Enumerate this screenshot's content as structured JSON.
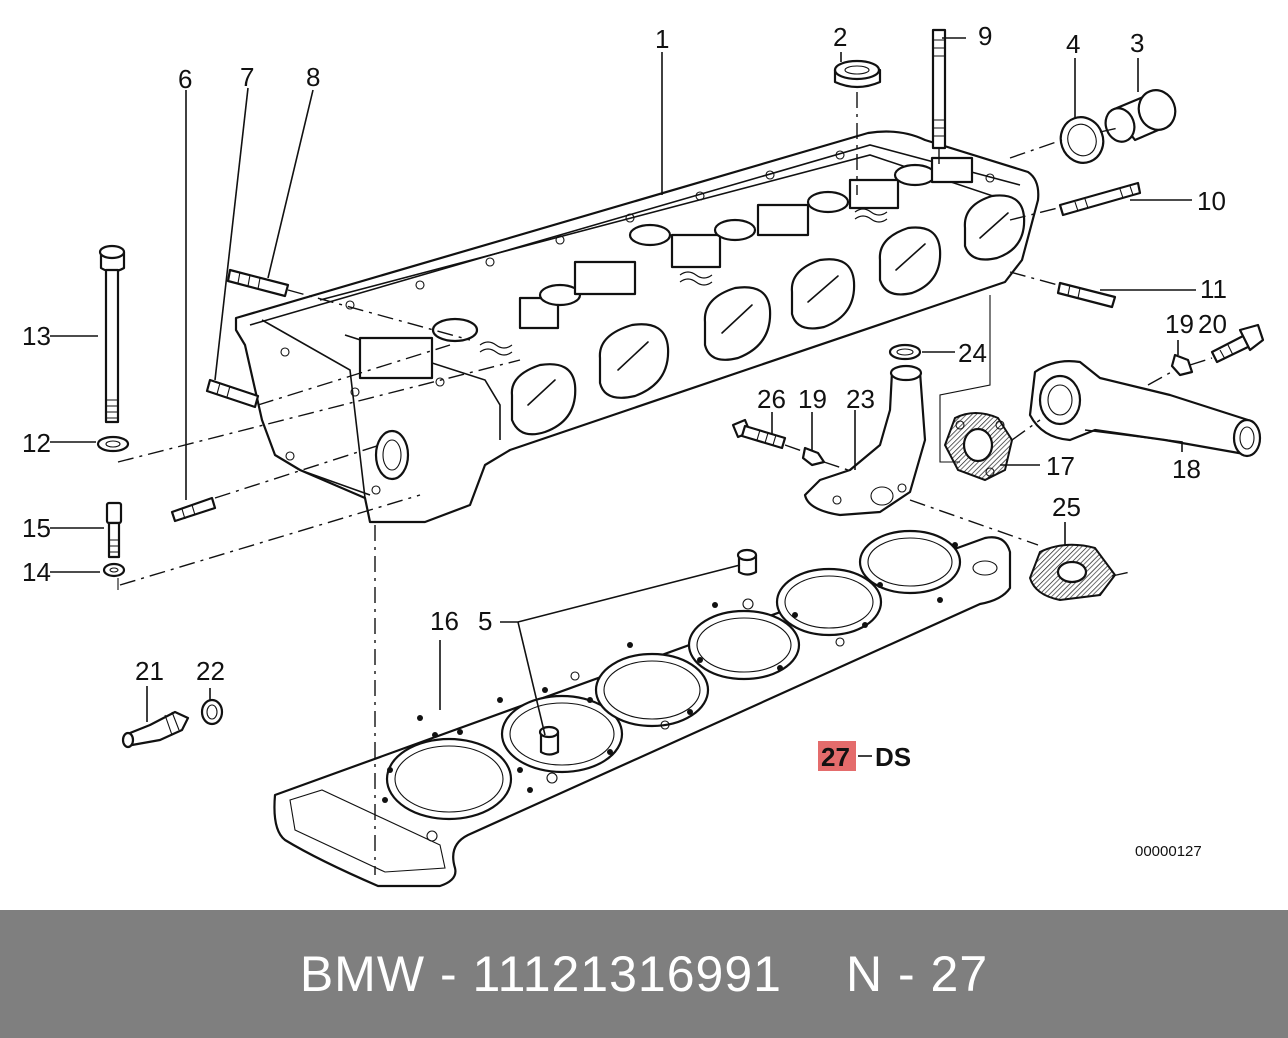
{
  "labels": [
    {
      "id": "1",
      "text": "1"
    },
    {
      "id": "2",
      "text": "2"
    },
    {
      "id": "3",
      "text": "3"
    },
    {
      "id": "4",
      "text": "4"
    },
    {
      "id": "5",
      "text": "5"
    },
    {
      "id": "6",
      "text": "6"
    },
    {
      "id": "7",
      "text": "7"
    },
    {
      "id": "8",
      "text": "8"
    },
    {
      "id": "9",
      "text": "9"
    },
    {
      "id": "10",
      "text": "10"
    },
    {
      "id": "11",
      "text": "11"
    },
    {
      "id": "12",
      "text": "12"
    },
    {
      "id": "13",
      "text": "13"
    },
    {
      "id": "14",
      "text": "14"
    },
    {
      "id": "15",
      "text": "15"
    },
    {
      "id": "16",
      "text": "16"
    },
    {
      "id": "17",
      "text": "17"
    },
    {
      "id": "18",
      "text": "18"
    },
    {
      "id": "19a",
      "text": "19"
    },
    {
      "id": "19b",
      "text": "19"
    },
    {
      "id": "20",
      "text": "20"
    },
    {
      "id": "21",
      "text": "21"
    },
    {
      "id": "22",
      "text": "22"
    },
    {
      "id": "23",
      "text": "23"
    },
    {
      "id": "24",
      "text": "24"
    },
    {
      "id": "25",
      "text": "25"
    },
    {
      "id": "26",
      "text": "26"
    }
  ],
  "highlight": {
    "number": "27",
    "suffix": "DS",
    "color": "#e46c6c"
  },
  "diagram_code": "00000127",
  "footer": {
    "brand": "BMW",
    "separator": "-",
    "part_number": "11121316991",
    "position_prefix": "N",
    "position_number": "27",
    "background": "#7f7f7f"
  }
}
